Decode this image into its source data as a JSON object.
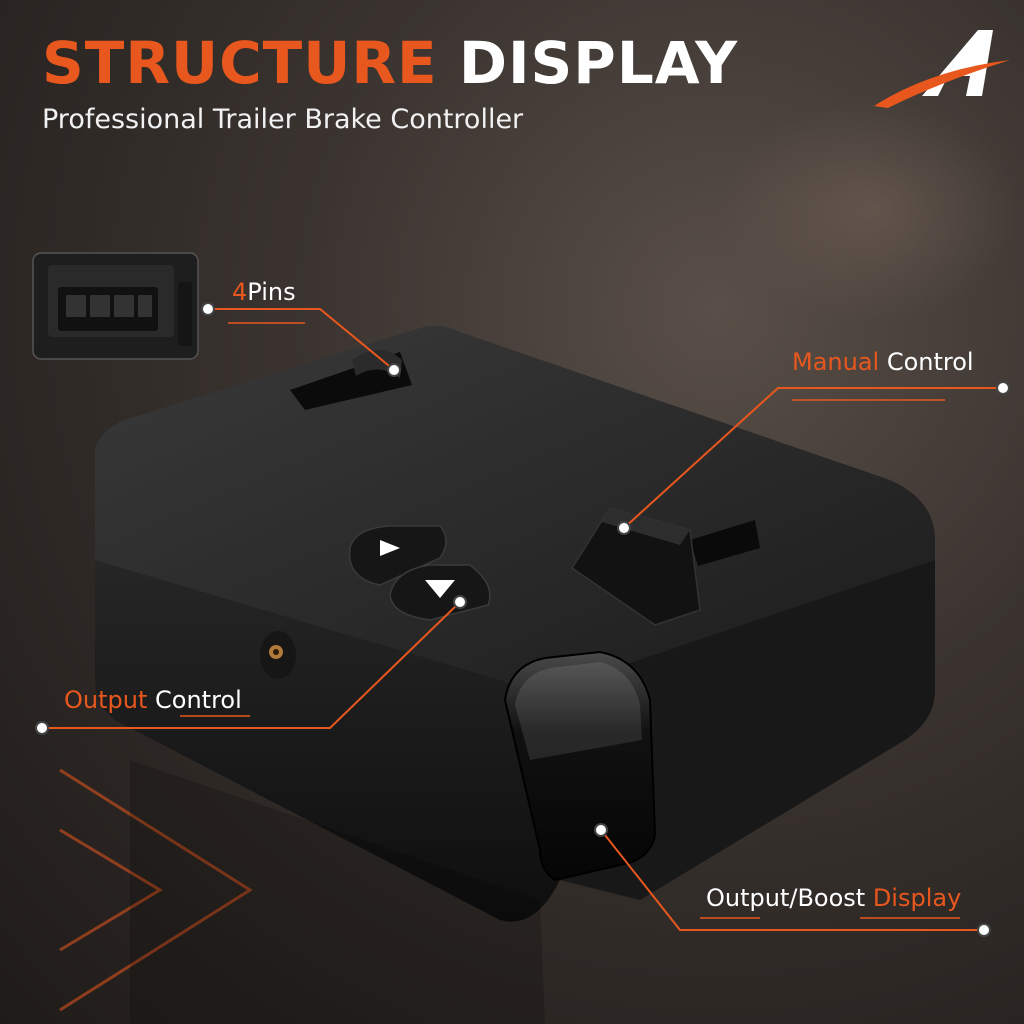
{
  "colors": {
    "accent": "#e8571e",
    "background": "#2e2825",
    "device": "#1a1a1a",
    "line": "#e8571e"
  },
  "header": {
    "title_accent": "STRUCTURE",
    "title_rest": "DISPLAY",
    "subtitle": "Professional Trailer Brake Controller"
  },
  "logo": {
    "icon": "brand-a-logo-icon"
  },
  "callouts": {
    "pins": {
      "highlight": "4",
      "rest": "Pins"
    },
    "manual": {
      "highlight": "Manual",
      "rest": " Control"
    },
    "output": {
      "highlight": "Output",
      "rest": " Control"
    },
    "display": {
      "rest": "Output/Boost ",
      "highlight": "Display"
    }
  }
}
